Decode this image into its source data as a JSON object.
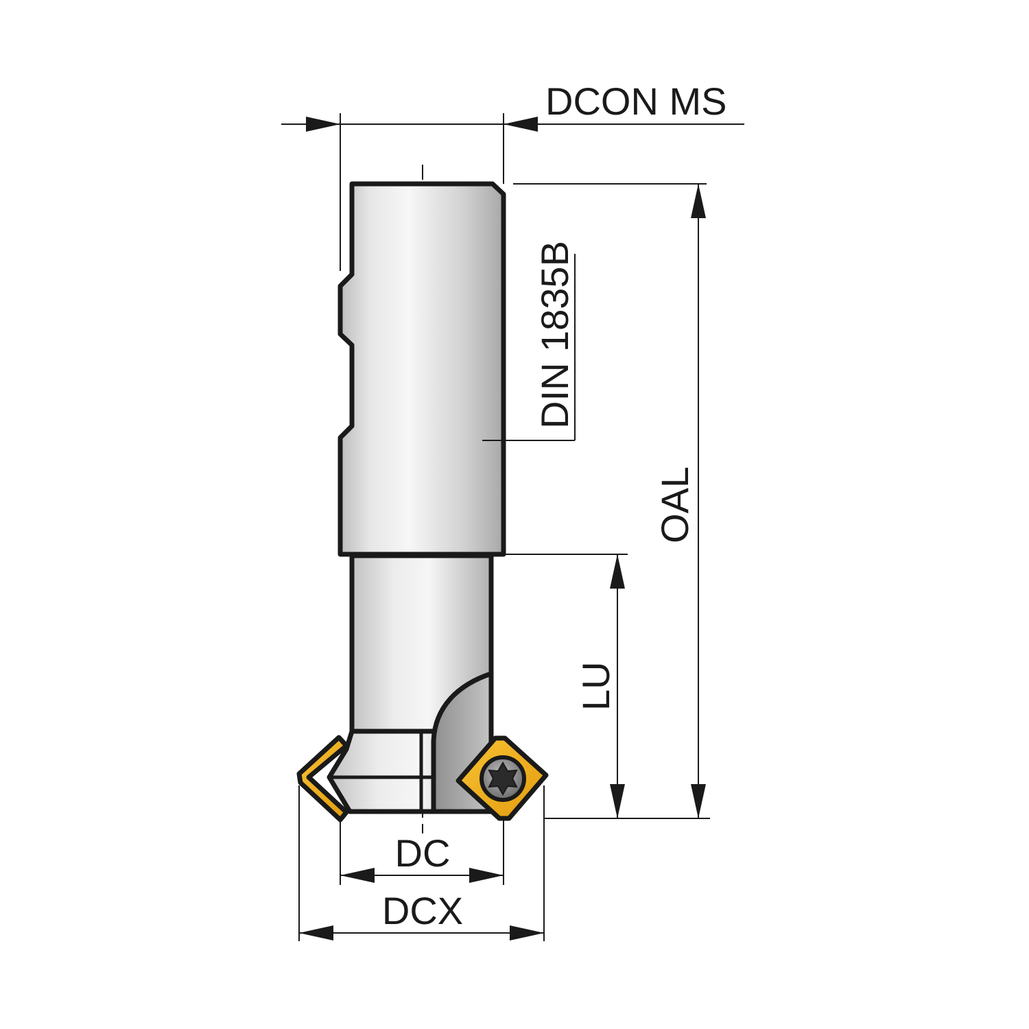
{
  "labels": {
    "dcon_ms": "DCON MS",
    "din": "DIN 1835B",
    "oal": "OAL",
    "lu": "LU",
    "dc": "DC",
    "dcx": "DCX"
  },
  "colors": {
    "line": "#1a1a1a",
    "insert": "#f2b21c",
    "body_light": "#f4f4f4",
    "body_dark": "#9c9c9c"
  }
}
